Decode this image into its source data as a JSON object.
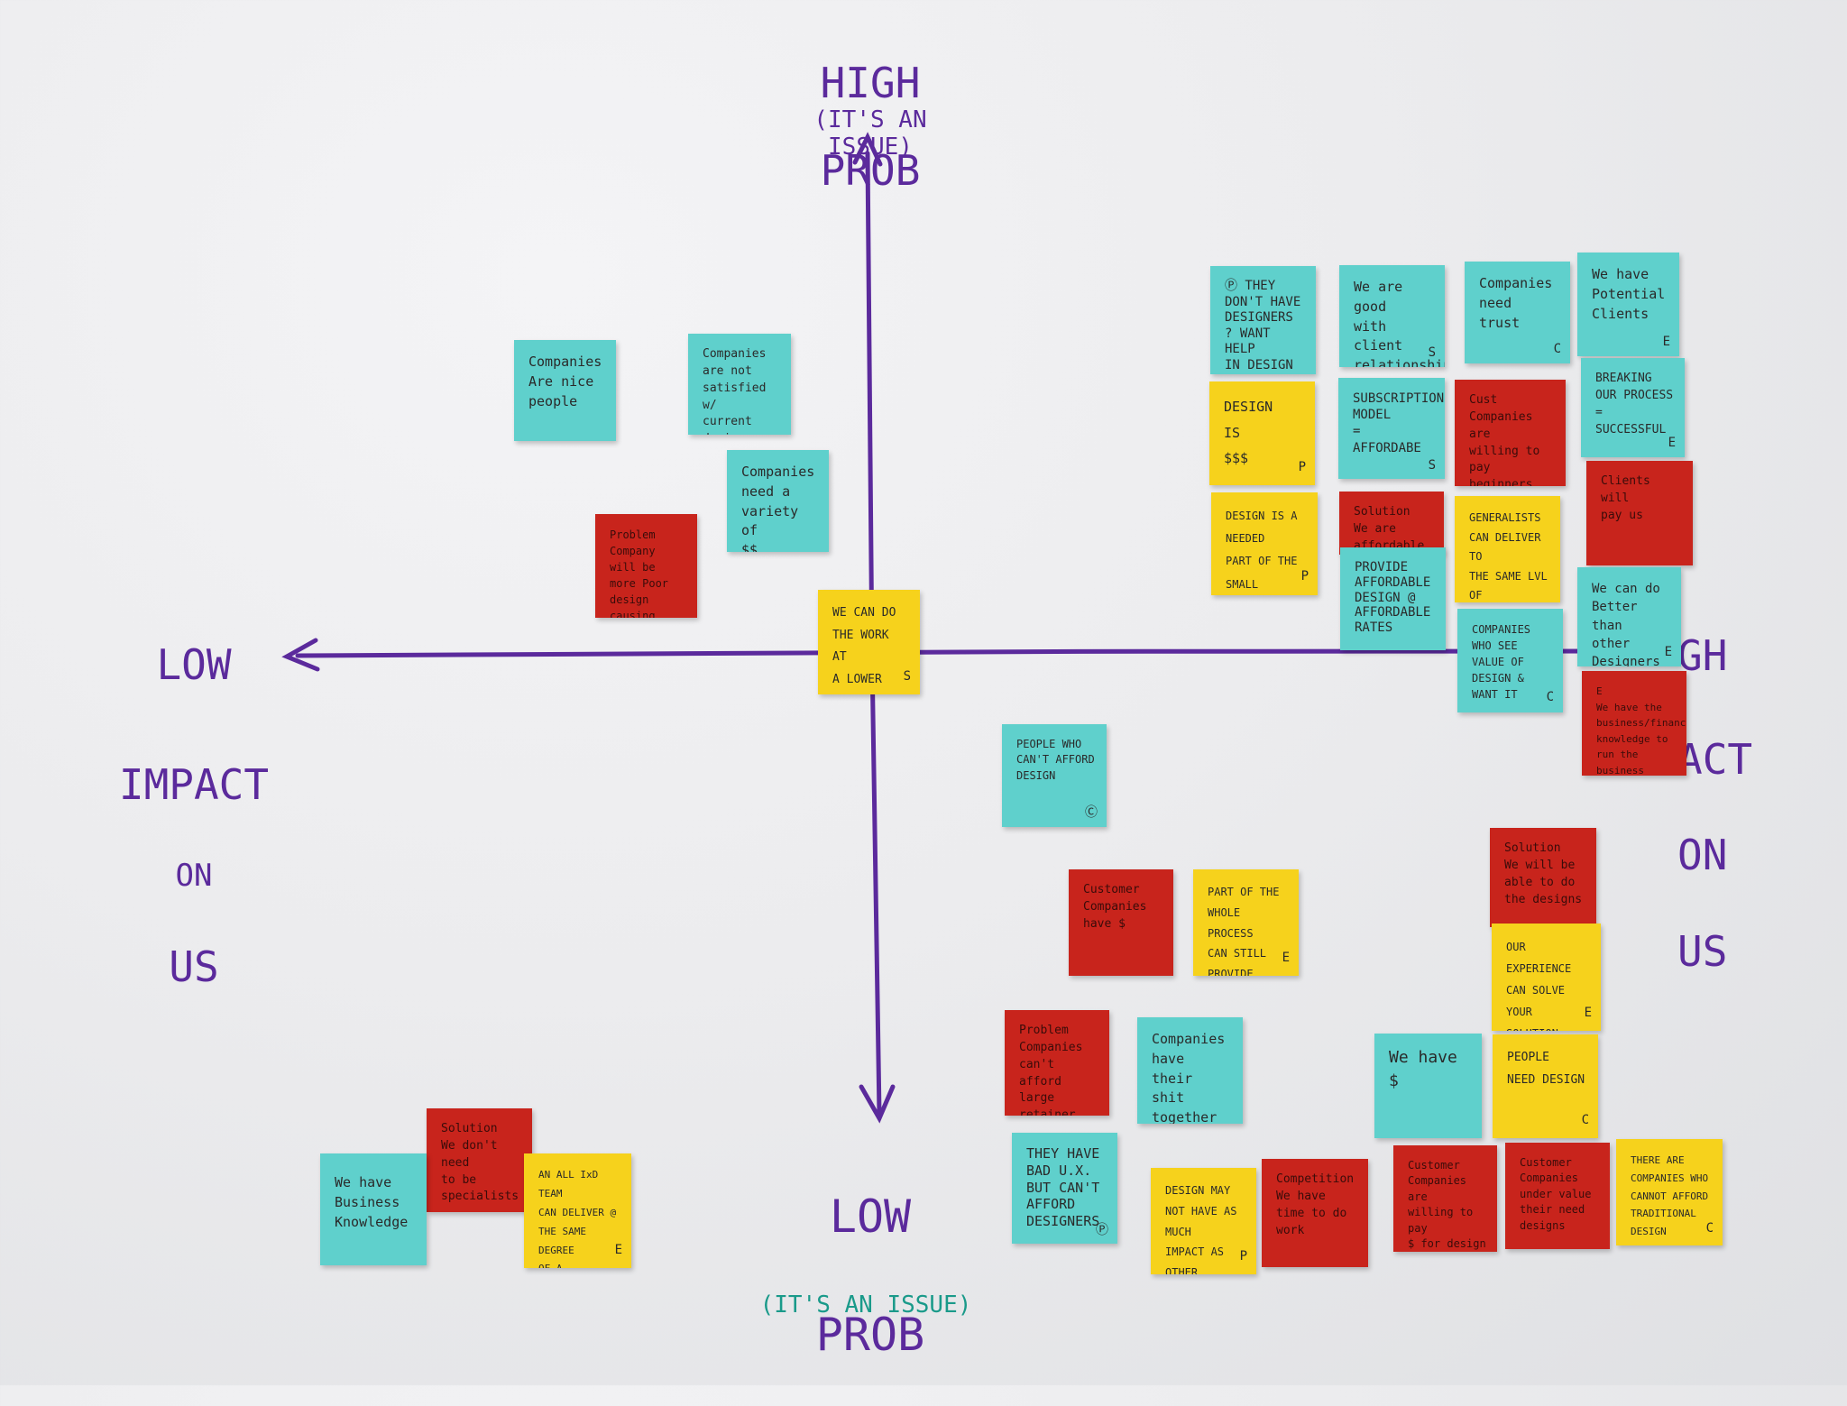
{
  "axes": {
    "top": {
      "line1": "HIGH",
      "line2": "PROB",
      "sub": "(IT'S AN ISSUE)"
    },
    "bottom": {
      "line1": "LOW",
      "line2": "PROB",
      "sub": "(IT'S AN ISSUE)"
    },
    "left": {
      "line1": "LOW",
      "line2": "IMPACT",
      "line3": "ON",
      "line4": "US"
    },
    "right": {
      "line1": "GH",
      "line2": "ACT",
      "line3": "ON",
      "line4": "US"
    },
    "colors": {
      "axis": "#5b2a9c",
      "sub_bottom": "#1a9a8a"
    }
  },
  "notes": [
    {
      "id": "n1",
      "color": "cyan",
      "text": "Companies\nAre nice\npeople",
      "tag": ""
    },
    {
      "id": "n2",
      "color": "cyan",
      "text": "Companies\nare not\nsatisfied w/\ncurrent design\nconsultants",
      "tag": ""
    },
    {
      "id": "n3",
      "color": "cyan",
      "text": "Companies\nneed a\nvariety of\n$$ options",
      "tag": ""
    },
    {
      "id": "n4",
      "color": "red",
      "text": "Problem\nCompany will be\nmore Poor design\ncausing companies\nto not make as\nmuch $",
      "tag": ""
    },
    {
      "id": "n5",
      "color": "yellow",
      "text": "WE CAN DO\nTHE WORK AT\nA LOWER RATE",
      "tag": "S"
    },
    {
      "id": "n6",
      "color": "cyan",
      "text": "Ⓟ THEY\nDON'T HAVE\nDESIGNERS\n? WANT HELP\nIN DESIGN",
      "tag": ""
    },
    {
      "id": "n7",
      "color": "cyan",
      "text": "We are good\nwith client\nrelationships",
      "tag": "S"
    },
    {
      "id": "n8",
      "color": "cyan",
      "text": "Companies\nneed trust",
      "tag": "C"
    },
    {
      "id": "n9",
      "color": "cyan",
      "text": "We have\nPotential\nClients",
      "tag": "E"
    },
    {
      "id": "n10",
      "color": "yellow",
      "text": "DESIGN\nIS\n$$$",
      "tag": "P"
    },
    {
      "id": "n11",
      "color": "cyan",
      "text": "SUBSCRIPTION\nMODEL\n=\nAFFORDABE",
      "tag": "S"
    },
    {
      "id": "n12",
      "color": "red",
      "text": "Cust\nCompanies are\nwilling to pay\nbeginners",
      "tag": ""
    },
    {
      "id": "n13",
      "color": "cyan",
      "text": "BREAKING\nOUR PROCESS\n=\nSUCCESSFUL",
      "tag": "E"
    },
    {
      "id": "n14",
      "color": "red",
      "text": "Clients will\npay us",
      "tag": ""
    },
    {
      "id": "n15",
      "color": "yellow",
      "text": "DESIGN IS A NEEDED\nPART OF THE\nSMALL BUSINESS",
      "tag": "P"
    },
    {
      "id": "n16",
      "color": "red",
      "text": "Solution\nWe are\naffordable",
      "tag": ""
    },
    {
      "id": "n17",
      "color": "yellow",
      "text": "GENERALISTS\nCAN DELIVER TO\nTHE SAME LVL\nOF SPECIALISTS",
      "tag": ""
    },
    {
      "id": "n18",
      "color": "cyan",
      "text": "PROVIDE\nAFFORDABLE\nDESIGN @\nAFFORDABLE\nRATES",
      "tag": ""
    },
    {
      "id": "n19",
      "color": "cyan",
      "text": "We can do\nBetter than\nother Designers",
      "tag": "E"
    },
    {
      "id": "n20",
      "color": "cyan",
      "text": "COMPANIES\nWHO SEE\nVALUE OF\nDESIGN &\nWANT IT",
      "tag": "C"
    },
    {
      "id": "n21",
      "color": "red",
      "text": "E\nWe have the\nbusiness/financial\nknowledge to\nrun the business",
      "tag": ""
    },
    {
      "id": "n22",
      "color": "cyan",
      "text": "PEOPLE WHO\nCAN'T AFFORD\nDESIGN",
      "tag": "Ⓒ"
    },
    {
      "id": "n23",
      "color": "red",
      "text": "Customer\nCompanies\nhave $",
      "tag": ""
    },
    {
      "id": "n24",
      "color": "yellow",
      "text": "PART OF THE\nWHOLE PROCESS\nCAN STILL\nPROVIDE SUCESS",
      "tag": "E"
    },
    {
      "id": "n25",
      "color": "red",
      "text": "Solution\nWe will be\nable to do\nthe designs",
      "tag": ""
    },
    {
      "id": "n26",
      "color": "yellow",
      "text": "OUR EXPERIENCE\nCAN SOLVE YOUR\nSOLUTION",
      "tag": "E"
    },
    {
      "id": "n27",
      "color": "red",
      "text": "Problem\nCompanies can't\nafford large\nretainer cost",
      "tag": ""
    },
    {
      "id": "n28",
      "color": "cyan",
      "text": "Companies\nhave their\nshit together",
      "tag": ""
    },
    {
      "id": "n29",
      "color": "cyan",
      "text": "We have\n$",
      "tag": ""
    },
    {
      "id": "n30",
      "color": "yellow",
      "text": "PEOPLE\nNEED DESIGN",
      "tag": "C"
    },
    {
      "id": "n31",
      "color": "cyan",
      "text": "THEY HAVE\nBAD U.X.\nBUT CAN'T\nAFFORD\nDESIGNERS",
      "tag": "Ⓟ"
    },
    {
      "id": "n32",
      "color": "yellow",
      "text": "DESIGN MAY\nNOT HAVE AS MUCH\nIMPACT AS OTHER\nFIELDS",
      "tag": "P"
    },
    {
      "id": "n33",
      "color": "red",
      "text": "Competition\nWe have\ntime to do\nwork",
      "tag": ""
    },
    {
      "id": "n34",
      "color": "red",
      "text": "Customer\nCompanies are\nwilling to pay\n$ for design",
      "tag": ""
    },
    {
      "id": "n35",
      "color": "red",
      "text": "Customer\nCompanies\nunder value\ntheir need\ndesigns",
      "tag": ""
    },
    {
      "id": "n36",
      "color": "yellow",
      "text": "THERE ARE\nCOMPANIES WHO\nCANNOT AFFORD\nTRADITIONAL\nDESIGN",
      "tag": "C"
    },
    {
      "id": "n37",
      "color": "red",
      "text": "Solution\nWe don't need\nto be\nspecialists",
      "tag": ""
    },
    {
      "id": "n38",
      "color": "cyan",
      "text": "We have\nBusiness\nKnowledge",
      "tag": ""
    },
    {
      "id": "n39",
      "color": "yellow",
      "text": "AN ALL IxD TEAM\nCAN DELIVER @\nTHE SAME DEGREE\nOF A TRADITIONAL\nFIRM",
      "tag": "E"
    }
  ]
}
